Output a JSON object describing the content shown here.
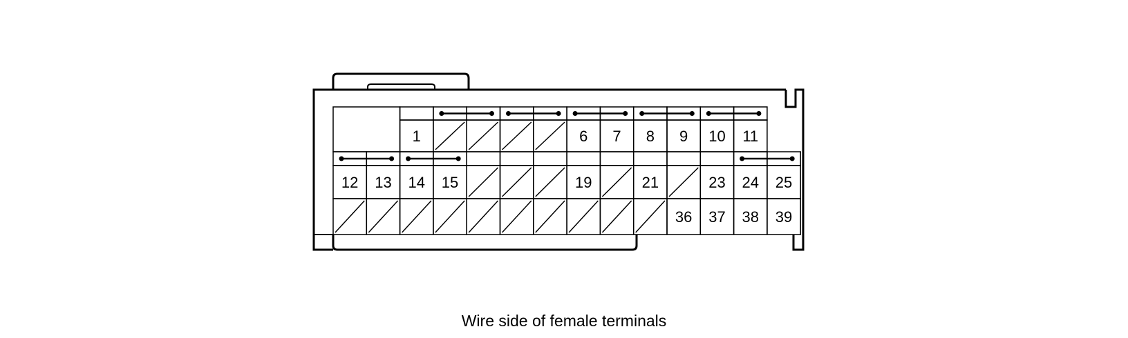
{
  "caption": "Wire side of female terminals",
  "colors": {
    "line": "#000000",
    "background": "#ffffff"
  },
  "rows": [
    {
      "name": "top",
      "cells": [
        "",
        "",
        "1",
        "/",
        "/",
        "/",
        "/",
        "6",
        "7",
        "8",
        "9",
        "10",
        "11"
      ]
    },
    {
      "name": "middle",
      "cells": [
        "12",
        "13",
        "14",
        "15",
        "/",
        "/",
        "/",
        "19",
        "/",
        "21",
        "/",
        "23",
        "24",
        "25"
      ]
    },
    {
      "name": "bottom",
      "cells": [
        "/",
        "/",
        "/",
        "/",
        "/",
        "/",
        "/",
        "/",
        "/",
        "/",
        "36",
        "37",
        "38",
        "39"
      ]
    }
  ],
  "shorting_bars": {
    "top": [
      [
        3,
        4
      ],
      [
        5,
        6
      ],
      [
        7,
        8
      ],
      [
        9,
        10
      ],
      [
        11,
        12
      ]
    ],
    "middle": [
      [
        0,
        1
      ],
      [
        2,
        3
      ],
      [
        12,
        13
      ]
    ]
  }
}
